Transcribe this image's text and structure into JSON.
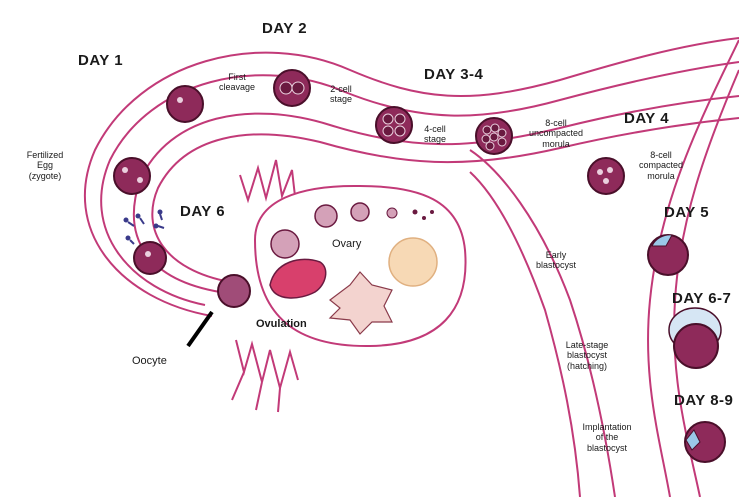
{
  "days": {
    "day1": "DAY 1",
    "day2": "DAY 2",
    "day34": "DAY 3-4",
    "day4": "DAY 4",
    "day5": "DAY 5",
    "day6": "DAY 6",
    "day67": "DAY 6-7",
    "day89": "DAY 8-9"
  },
  "labels": {
    "fertilized_egg": "Fertilized\nEgg\n(zygote)",
    "first_cleavage": "First\ncleavage",
    "two_cell": "2-cell\nstage",
    "four_cell": "4-cell\nstage",
    "eight_cell": "8-cell\nuncompacted\nmorula",
    "eight_cell_compacted": "8-cell\ncompacted\nmorula",
    "early_blastocyst": "Early\nblastocyst",
    "late_blastocyst": "Late-stage\nblastocyst\n(hatching)",
    "implantation": "Implantation\nof the\nblastocyst",
    "ovary": "Ovary",
    "ovulation": "Ovulation",
    "oocyte": "Oocyte"
  },
  "colors": {
    "tube": "#c23a78",
    "cell_fill": "#8e2a5a",
    "cell_dark": "#6a1a40",
    "cell_edge": "#4a0f2a",
    "ovary_outline": "#c23a78",
    "corpus": "#d8406c",
    "follicle": "#f7d9b5",
    "scar": "#f3d3cf"
  }
}
